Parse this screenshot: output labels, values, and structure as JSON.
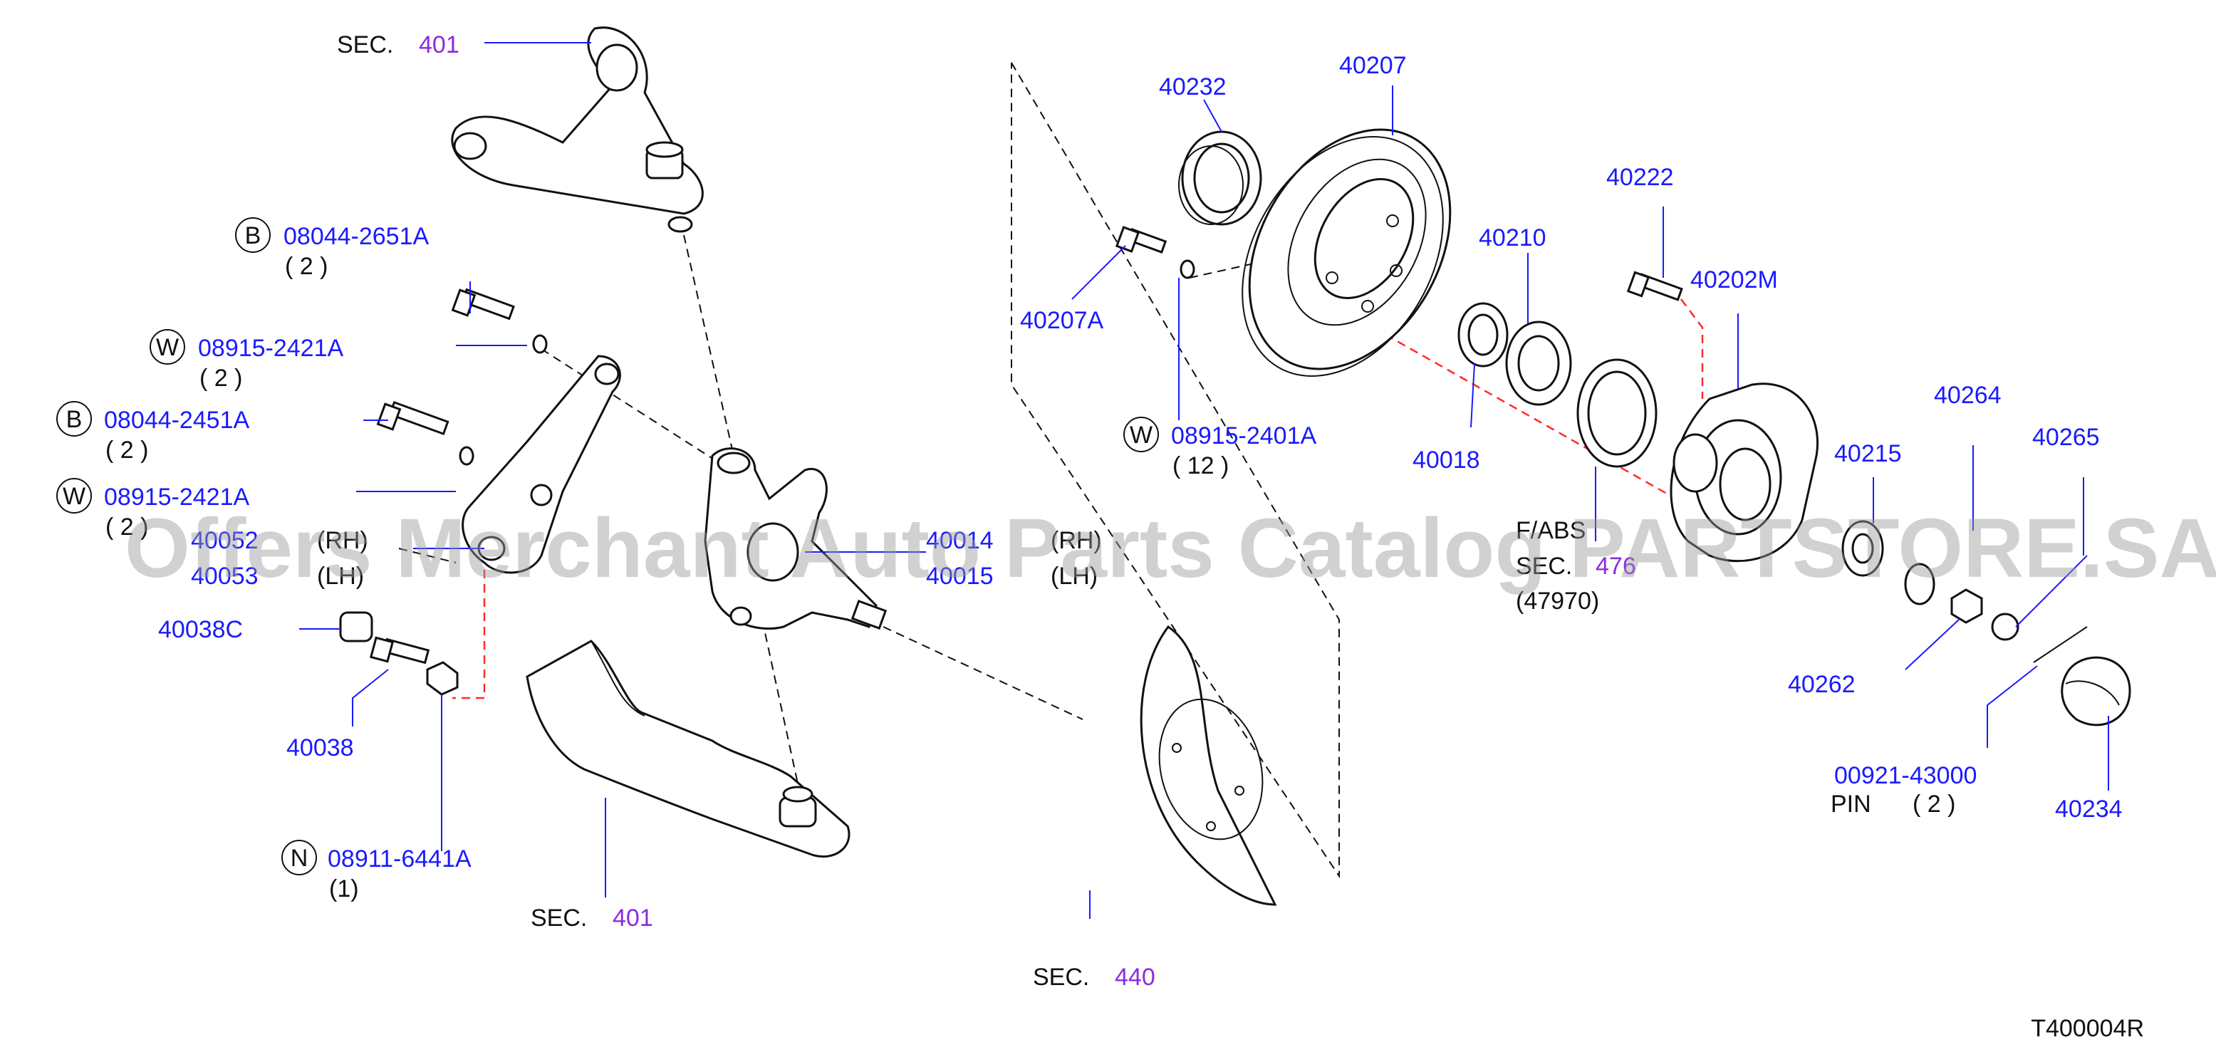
{
  "labels": {
    "sec401_top": "SEC.",
    "sec401_top_num": "401",
    "p1_num": "08044-2651A",
    "p1_qty": "( 2 )",
    "p2_num": "08915-2421A",
    "p2_qty": "( 2 )",
    "p3_num": "08044-2451A",
    "p3_qty": "( 2 )",
    "p4_num": "08915-2421A",
    "p4_qty": "( 2 )",
    "p_40052": "40052",
    "p_40053": "40053",
    "rh_left": "(RH)",
    "lh_left": "(LH)",
    "p_40038C": "40038C",
    "p_40038": "40038",
    "p5_num": "08911-6441A",
    "p5_qty": "(1)",
    "sec401_bottom": "SEC.",
    "sec401_bottom_num": "401",
    "p_40014": "40014",
    "p_40015": "40015",
    "rh_mid": "(RH)",
    "lh_mid": "(LH)",
    "p_40232": "40232",
    "p_40207": "40207",
    "p_40207A": "40207A",
    "p6_num": "08915-2401A",
    "p6_qty": "( 12 )",
    "p_40210": "40210",
    "p_40018": "40018",
    "p_40222": "40222",
    "p_40202M": "40202M",
    "fabs": "F/ABS",
    "sec476": "SEC.",
    "sec476_num": "476",
    "p_47970": "(47970)",
    "p_40215": "40215",
    "p_40264": "40264",
    "p_40265": "40265",
    "p_40262": "40262",
    "p_00921": "00921-43000",
    "pin": "PIN",
    "pin_qty": "( 2 )",
    "p_40234": "40234",
    "sec440": "SEC.",
    "sec440_num": "440",
    "diagram_id": "T400004R",
    "badge_b": "B",
    "badge_w": "W",
    "badge_n": "N"
  },
  "watermark": "Offers Merchant Auto Parts Catalog PARTSTORE.SA",
  "colors": {
    "part_number": "#1a1aff",
    "section_ref": "#8a2be2",
    "text": "#111111",
    "dashed_red": "#ff2a2a",
    "watermark": "#9a9a9a"
  }
}
